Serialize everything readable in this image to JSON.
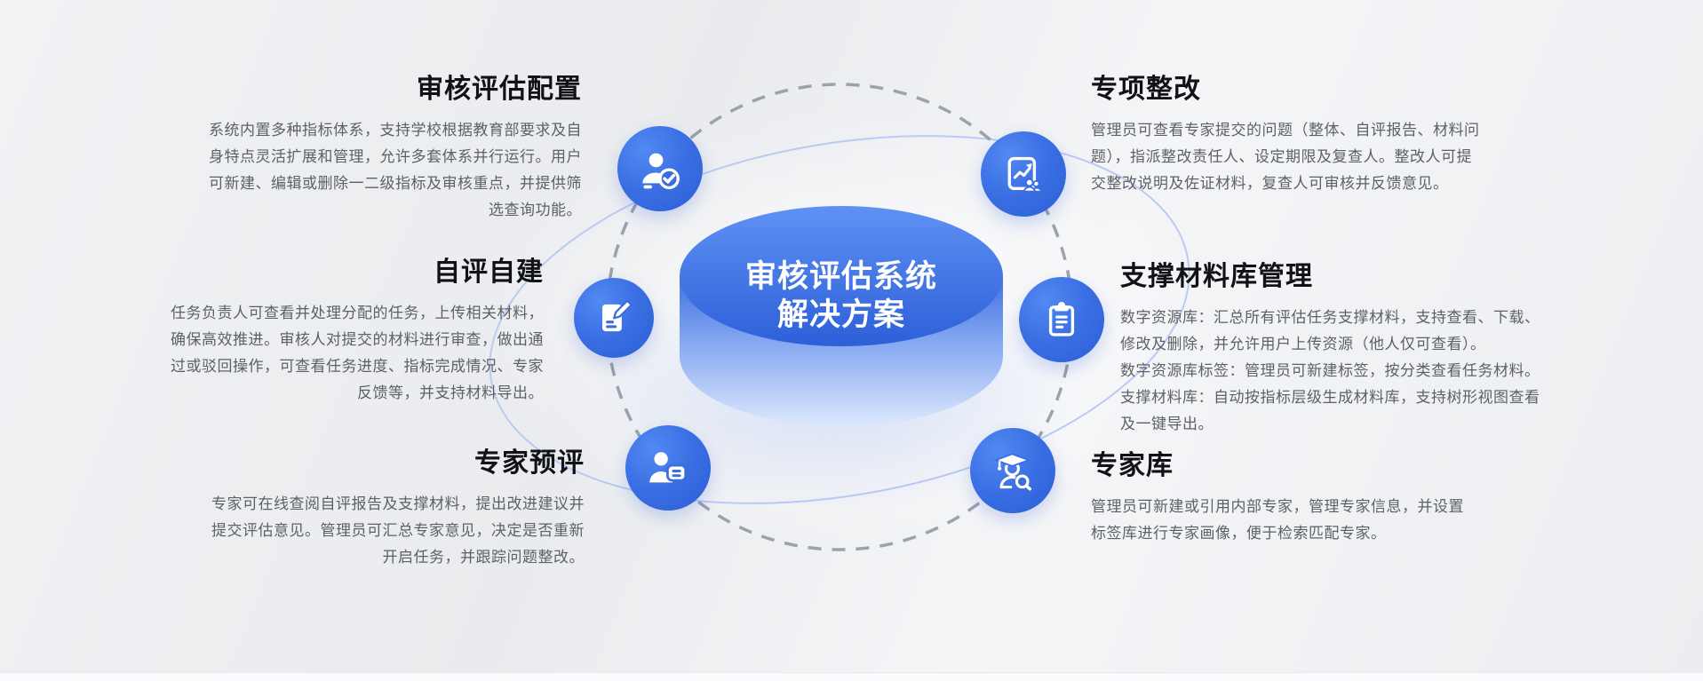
{
  "center": {
    "title_lines": [
      "审核评估系统",
      "解决方案"
    ]
  },
  "features": [
    {
      "id": "audit-eval-config",
      "title": "审核评估配置",
      "icon": "user-check-icon",
      "body_lines": [
        "系统内置多种指标体系，支持学校根据教育部要求及自",
        "身特点灵活扩展和管理，允许多套体系并行运行。用户",
        "可新建、编辑或删除一二级指标及审核重点，并提供筛",
        "选查询功能。"
      ]
    },
    {
      "id": "self-eval",
      "title": "自评自建",
      "icon": "edit-note-icon",
      "body_lines": [
        "任务负责人可查看并处理分配的任务，上传相关材料，",
        "确保高效推进。审核人对提交的材料进行审查，做出通",
        "过或驳回操作，可查看任务进度、指标完成情况、专家",
        "反馈等，并支持材料导出。"
      ]
    },
    {
      "id": "expert-preview",
      "title": "专家预评",
      "icon": "user-card-icon",
      "body_lines": [
        "专家可在线查阅自评报告及支撑材料，提出改进建议并",
        "提交评估意见。管理员可汇总专家意见，决定是否重新",
        "开启任务，并跟踪问题整改。"
      ]
    },
    {
      "id": "special-rectification",
      "title": "专项整改",
      "icon": "trend-chart-icon",
      "body_lines": [
        "管理员可查看专家提交的问题（整体、自评报告、材料问",
        "题），指派整改责任人、设定期限及复查人。整改人可提",
        "交整改说明及佐证材料，复查人可审核并反馈意见。"
      ]
    },
    {
      "id": "material-library",
      "title": "支撑材料库管理",
      "icon": "clipboard-icon",
      "body_lines": [
        "数字资源库：汇总所有评估任务支撑材料，支持查看、下载、",
        "修改及删除，并允许用户上传资源（他人仅可查看）。",
        "数字资源库标签：管理员可新建标签，按分类查看任务材料。",
        "支撑材料库：自动按指标层级生成材料库，支持树形视图查看",
        "及一键导出。"
      ]
    },
    {
      "id": "expert-library",
      "title": "专家库",
      "icon": "graduate-search-icon",
      "body_lines": [
        "管理员可新建或引用内部专家，管理专家信息，并设置",
        "标签库进行专家画像，便于检索匹配专家。"
      ]
    }
  ],
  "colors": {
    "icon_blue": "#3a6de0",
    "icon_blue_deep": "#2c5ed6",
    "disc_top_blue": "#2d5fd8",
    "disc_side_light": "#dce8fd",
    "dashed_circle_gray": "#9ba1ad",
    "orbit_ellipse_blue": "#b9cbf4",
    "title_text": "#101215",
    "body_text": "#5d6167"
  }
}
